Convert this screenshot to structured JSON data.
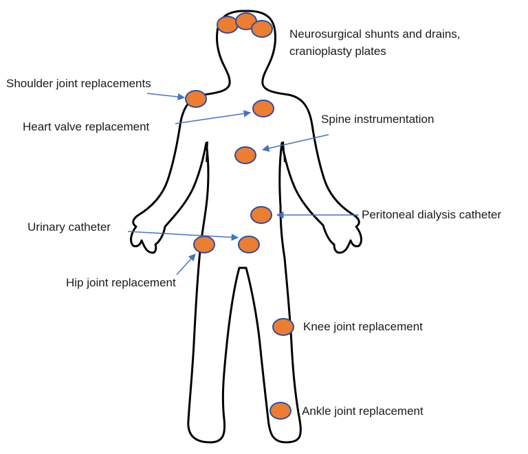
{
  "colors": {
    "marker_fill": "#ED7D31",
    "marker_stroke": "#2F4E9A",
    "arrow": "#4472C4",
    "outline": "#000000"
  },
  "labels": {
    "neurosurgical_line1": "Neurosurgical shunts and drains,",
    "neurosurgical_line2": "cranioplasty plates",
    "shoulder": "Shoulder joint replacements",
    "heart_valve": "Heart valve replacement",
    "spine": "Spine instrumentation",
    "peritoneal": "Peritoneal dialysis catheter",
    "urinary": "Urinary catheter",
    "hip": "Hip joint replacement",
    "knee": "Knee joint replacement",
    "ankle": "Ankle joint replacement"
  }
}
